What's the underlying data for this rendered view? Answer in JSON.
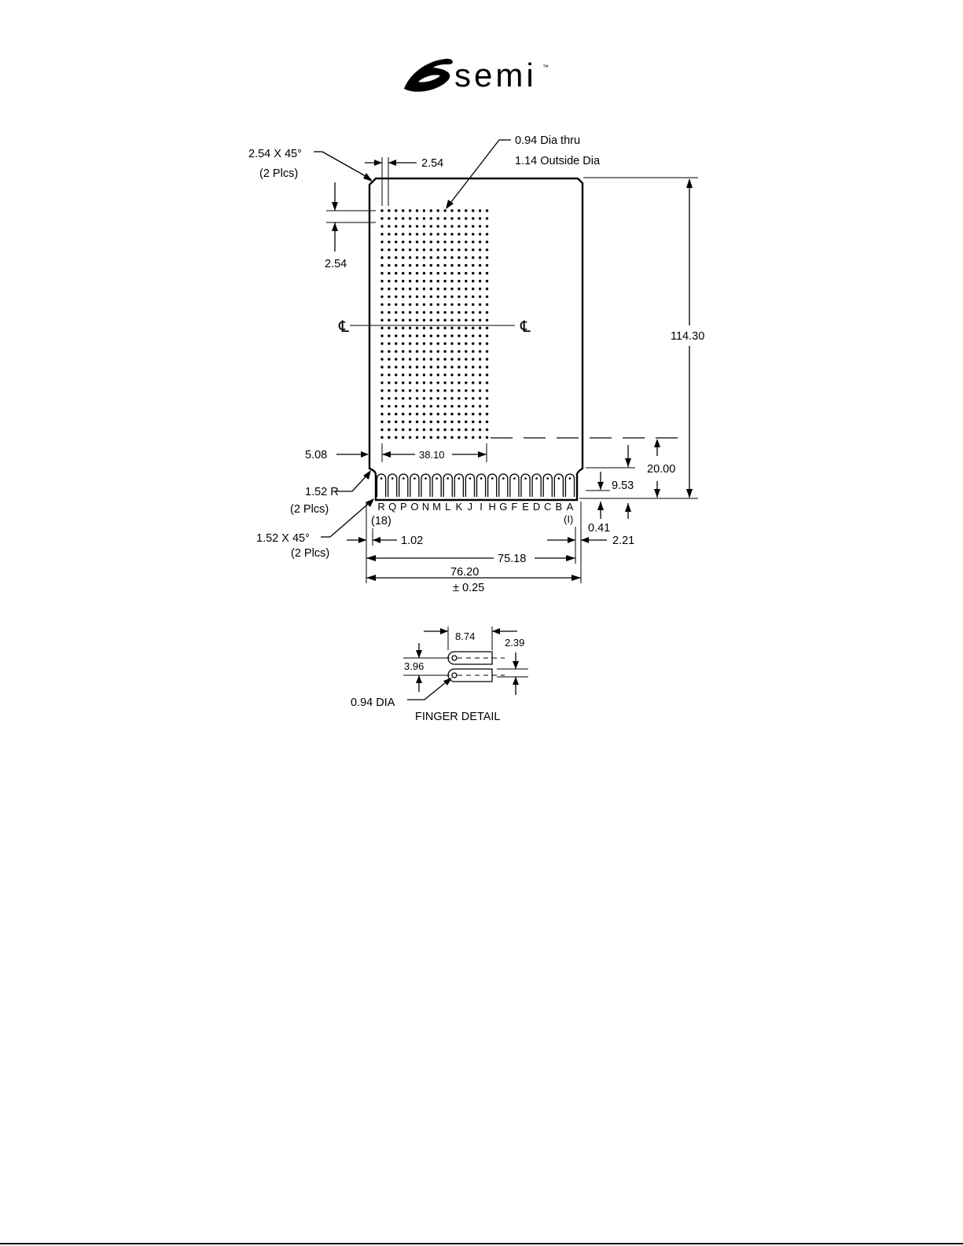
{
  "brand": {
    "logo_text": "semi",
    "trademark": "™"
  },
  "labels": {
    "chamfer_top": "2.54 X 45°",
    "chamfer_top_qty": "(2 Plcs)",
    "pitch_x": "2.54",
    "pitch_y": "2.54",
    "hole_dia": "0.94  Dia thru",
    "hole_outside": "1.14  Outside Dia",
    "overall_height": "114.30",
    "centerline_left": "℄",
    "centerline_right": "℄",
    "edge_offset": "5.08",
    "grid_width": "38.10",
    "radius": "1.52 R",
    "radius_qty": "(2 Plcs)",
    "chamfer_bottom": "1.52 X 45°",
    "chamfer_bottom_qty": "(2 Plcs)",
    "finger_zone": "20.00",
    "finger_length": "9.53",
    "finger_gap": "0.41",
    "edge_to_first": "1.02",
    "finger_span": "75.18",
    "right_edge": "2.21",
    "board_width": "76.20",
    "tolerance": "± 0.25",
    "pin_last_number": "(18)",
    "pin_first_number": "(I)"
  },
  "finger_letters": [
    "R",
    "Q",
    "P",
    "O",
    "N",
    "M",
    "L",
    "K",
    "J",
    "I",
    "H",
    "G",
    "F",
    "E",
    "D",
    "C",
    "B",
    "A"
  ],
  "finger_detail": {
    "length": "8.74",
    "width": "2.39",
    "pitch": "3.96",
    "hole": "0.94  DIA",
    "caption": "FINGER DETAIL"
  }
}
